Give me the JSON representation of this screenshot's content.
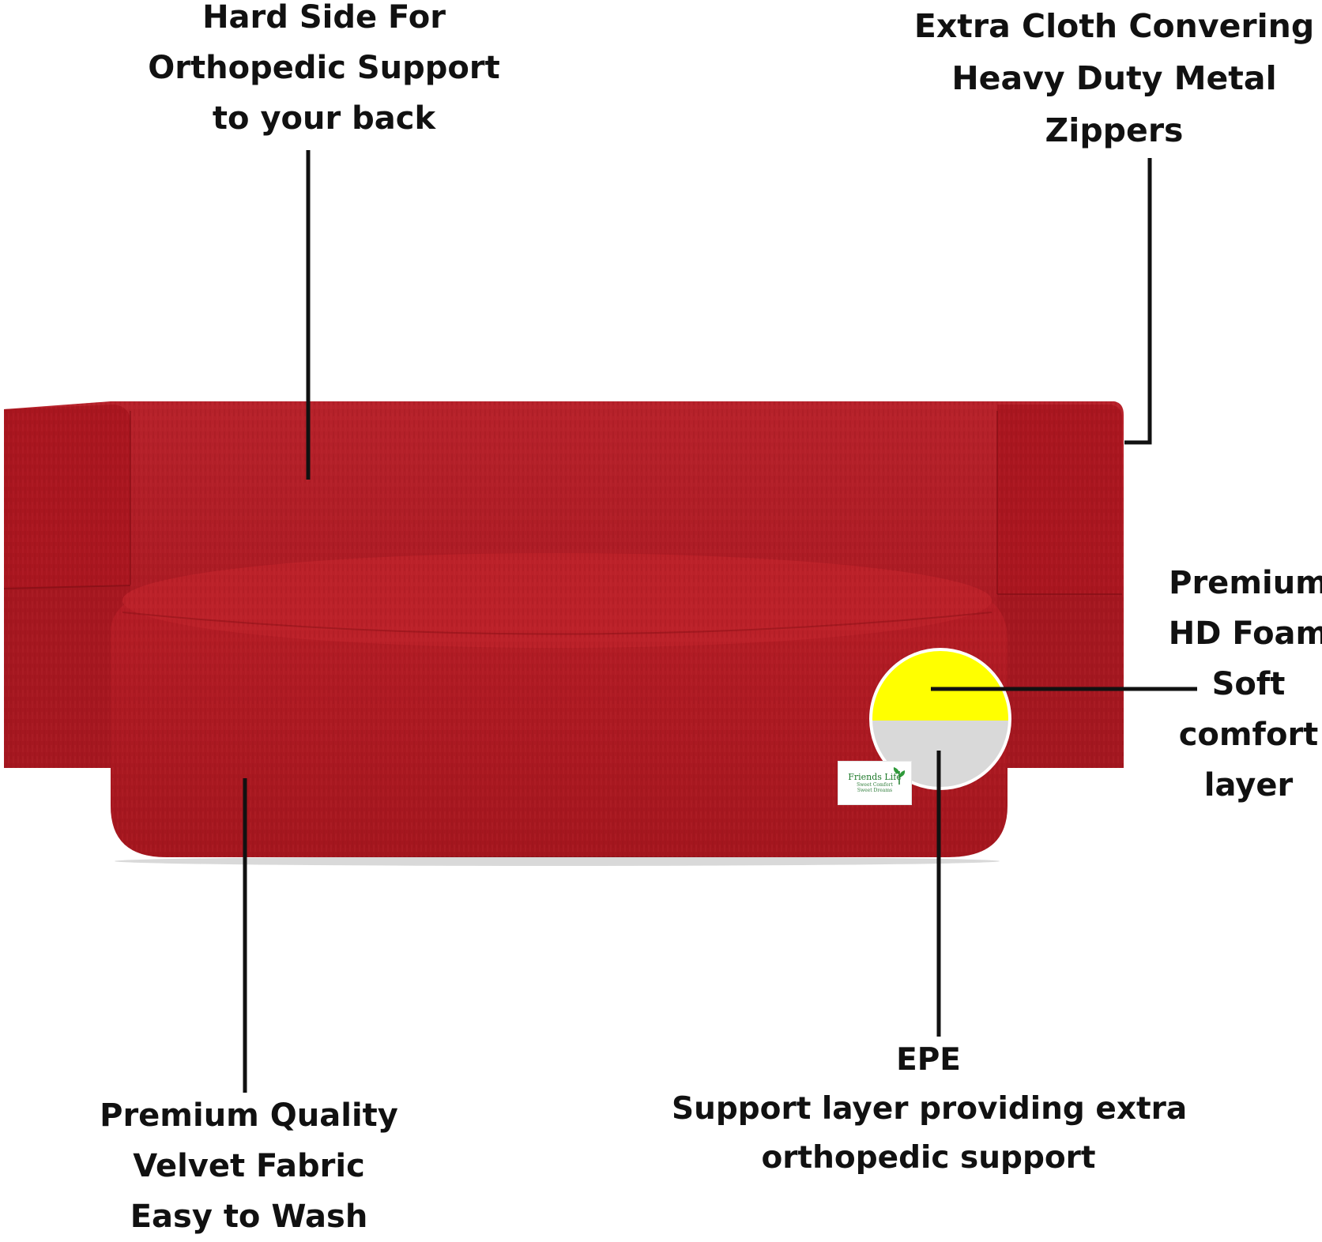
{
  "callouts": {
    "back_support": [
      "Hard Side For",
      "Orthopedic Support",
      "to your back"
    ],
    "zippers": [
      "Extra Cloth Convering",
      "Heavy Duty Metal",
      "Zippers"
    ],
    "foam": [
      "Premium",
      "HD Foam",
      "Soft",
      "comfort",
      "layer"
    ],
    "fabric": [
      "Premium Quality",
      "Velvet Fabric",
      "Easy to Wash"
    ],
    "epe": [
      "EPE",
      "Support layer providing extra",
      "orthopedic support"
    ]
  },
  "brand_tag": {
    "name": "Friends Life",
    "tagline1": "Sweet Comfort",
    "tagline2": "Sweet Dreams"
  },
  "colors": {
    "sofa_red": "#b01a22",
    "foam_yellow": "#ffff00",
    "epe_grey": "#d9d9d9"
  }
}
